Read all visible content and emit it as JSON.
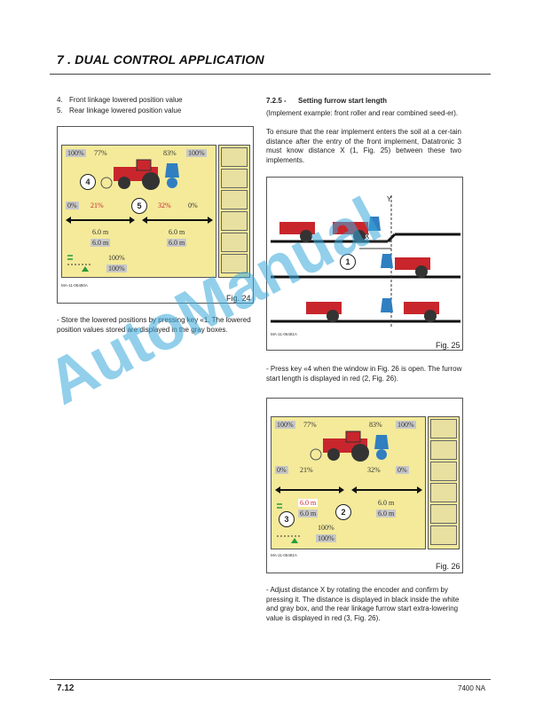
{
  "header": {
    "chapter_title": "7 . DUAL CONTROL APPLICATION"
  },
  "left_list": [
    {
      "num": "4.",
      "text": "Front linkage lowered position value"
    },
    {
      "num": "5.",
      "text": "Rear linkage lowered position value"
    }
  ],
  "section": {
    "num": "7.2.5 -",
    "title": "Setting furrow start length",
    "p1": "(Implement example: front roller and rear combined seed-er).",
    "p2": "To ensure that the rear implement enters the soil at a cer-tain distance after the entry of the front implement, Datatronic 3 must know distance X (1, Fig. 25) between these two implements."
  },
  "fig24": {
    "caption": "Fig. 24",
    "code": "MA-11-06480A",
    "top_left_pct1": "100%",
    "top_left_pct2": "77%",
    "top_right_pct1": "83%",
    "top_right_pct2": "100%",
    "mid_left1": "0%",
    "mid_left2": "21%",
    "mid_right1": "32%",
    "mid_right2": "0%",
    "front_dist1": "6.0 m",
    "front_dist2": "6.0 m",
    "rear_dist1": "6.0 m",
    "rear_dist2": "6.0 m",
    "bottom_pct1": "100%",
    "bottom_pct2": "100%",
    "callout_a": "4",
    "callout_b": "5"
  },
  "fig24_text": "- Store the lowered positions by pressing key «1. The lowered position values stored are displayed in the gray boxes.",
  "fig25": {
    "caption": "Fig. 25",
    "code": "MA-11-06481A",
    "label_x": "X",
    "label_y": "Y",
    "callout": "1"
  },
  "fig25_text": "- Press key «4 when the window in Fig. 26 is open. The furrow start length is displayed in red (2, Fig. 26).",
  "fig26": {
    "caption": "Fig. 26",
    "code": "MA-11-06481A",
    "top_left_pct1": "100%",
    "top_left_pct2": "77%",
    "top_right_pct1": "83%",
    "top_right_pct2": "100%",
    "mid_left1": "0%",
    "mid_left2": "21%",
    "mid_right1": "32%",
    "mid_right2": "0%",
    "front_dist1": "6.0 m",
    "front_dist2": "6.0 m",
    "rear_dist1": "6.0 m",
    "rear_dist2": "6.0 m",
    "bottom_pct1": "100%",
    "bottom_pct2": "100%",
    "callout_a": "3",
    "callout_b": "2"
  },
  "fig26_text": "- Adjust distance X by rotating the encoder and confirm by pressing it. The distance is displayed in black inside the white and gray box, and the rear linkage furrow start extra-lowering value is displayed in red (3, Fig. 26).",
  "watermark": "AutoManual",
  "footer": {
    "page": "7.12",
    "model": "7400 NA"
  },
  "colors": {
    "screen_bg": "#f4ea9a",
    "watermark": "#3aa9dc",
    "red_value": "#c8262c",
    "tractor": "#c8262c",
    "implement": "#2f7fc1"
  }
}
